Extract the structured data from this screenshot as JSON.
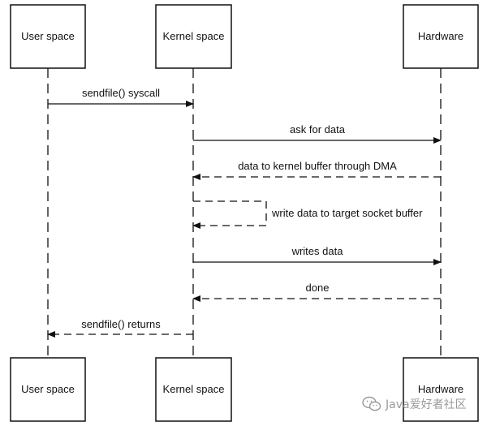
{
  "participants": {
    "user": {
      "top_label": "User space",
      "bottom_label": "User space"
    },
    "kernel": {
      "top_label": "Kernel space",
      "bottom_label": "Kernel space"
    },
    "hardware": {
      "top_label": "Hardware",
      "bottom_label": "Hardware"
    }
  },
  "messages": [
    {
      "label": "sendfile() syscall",
      "from": "user",
      "to": "kernel",
      "style": "solid"
    },
    {
      "label": "ask for data",
      "from": "kernel",
      "to": "hardware",
      "style": "solid"
    },
    {
      "label": "data to kernel buffer through DMA",
      "from": "hardware",
      "to": "kernel",
      "style": "dashed"
    },
    {
      "label": "write data to target socket buffer",
      "from": "kernel",
      "to": "kernel",
      "style": "dashed"
    },
    {
      "label": "writes data",
      "from": "kernel",
      "to": "hardware",
      "style": "solid"
    },
    {
      "label": "done",
      "from": "hardware",
      "to": "kernel",
      "style": "dashed"
    },
    {
      "label": "sendfile() returns",
      "from": "kernel",
      "to": "user",
      "style": "dashed"
    }
  ],
  "watermark": {
    "text": "Java爱好者社区",
    "icon": "wechat-icon"
  },
  "colors": {
    "line": "#111111",
    "watermark": "#9a9a9a"
  }
}
